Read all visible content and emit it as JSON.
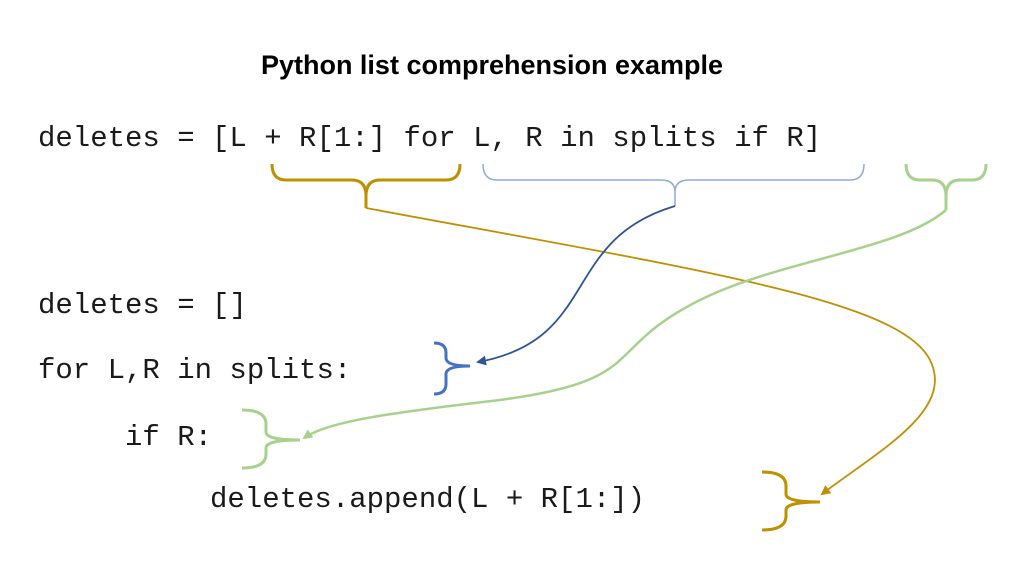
{
  "title": "Python list comprehension example",
  "code": {
    "comprehension": "deletes = [L + R[1:] for L, R in splits if R]",
    "loop_init": "deletes = []",
    "loop_for": "for L,R in splits:",
    "loop_if": "if R:",
    "loop_append": "deletes.append(L + R[1:])"
  },
  "colors": {
    "expression": "#BF9000",
    "for_clause": "#2F5597",
    "for_brace_top": "#8FAADC",
    "if_clause": "#A9D18E",
    "for_brace_bottom": "#4472C4"
  }
}
